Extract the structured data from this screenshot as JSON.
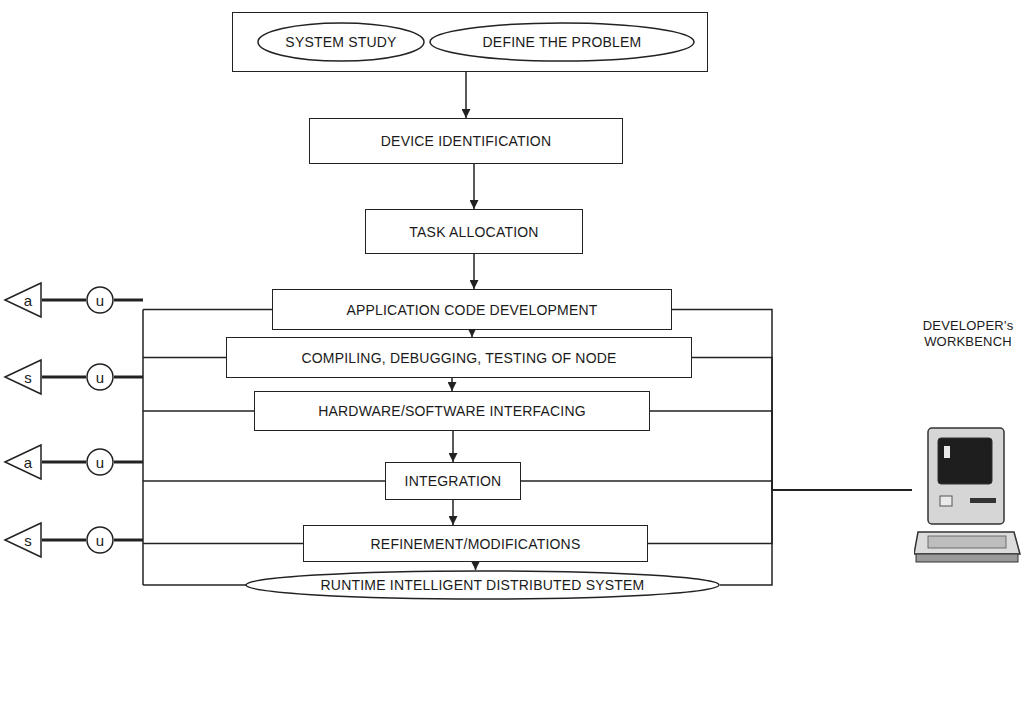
{
  "diagram": {
    "nodes": [
      {
        "text": []
      },
      {
        "text": [
          "SYSTEM STUDY"
        ],
        "in": 0
      },
      {
        "text": [
          "DEFINE THE PROBLEM"
        ],
        "in": 0
      },
      {
        "text": [
          "DEVICE IDENTIFICATION"
        ]
      },
      {
        "text": [
          "TASK ALLOCATION"
        ]
      },
      {
        "text": [
          "APPLICATION CODE DEVELOPMENT"
        ]
      },
      {
        "text": [
          "COMPILING, DEBUGGING, TESTING OF NODE"
        ]
      },
      {
        "text": [
          "HARDWARE/SOFTWARE INTERFACING"
        ]
      },
      {
        "text": [
          "INTEGRATION"
        ]
      },
      {
        "text": [
          "REFINEMENT/MODIFICATIONS"
        ]
      },
      {
        "text": [
          "RUNTIME INTELLIGENT DISTRIBUTED SYSTEM"
        ]
      },
      {
        "text": [
          "a"
        ]
      },
      {
        "text": [
          "u"
        ]
      },
      {
        "text": [
          "s"
        ]
      },
      {
        "text": [
          "u"
        ]
      },
      {
        "text": [
          "a"
        ]
      },
      {
        "text": [
          "u"
        ]
      },
      {
        "text": [
          "s"
        ]
      },
      {
        "text": [
          "u"
        ]
      },
      {
        "text": [
          "DEVELOPER's WORKBENCH"
        ]
      }
    ],
    "edges": [
      {
        "from": 0,
        "to": 3,
        "arrow": "to"
      },
      {
        "from": 3,
        "to": 4,
        "arrow": "to"
      },
      {
        "from": 4,
        "to": 5,
        "arrow": "to"
      },
      {
        "from": 5,
        "to": 6,
        "arrow": "to"
      },
      {
        "from": 6,
        "to": 7,
        "arrow": "to"
      },
      {
        "from": 7,
        "to": 8,
        "arrow": "to"
      },
      {
        "from": 8,
        "to": 9,
        "arrow": "to"
      },
      {
        "from": 9,
        "to": 10,
        "arrow": "to"
      },
      {
        "from": 11,
        "to": 12,
        "arrow": "none"
      },
      {
        "from": 13,
        "to": 14,
        "arrow": "none"
      },
      {
        "from": 15,
        "to": 16,
        "arrow": "none"
      },
      {
        "from": 17,
        "to": 18,
        "arrow": "none"
      },
      {
        "from": 5,
        "to": 19,
        "arrow": "none"
      },
      {
        "from": 6,
        "to": 19,
        "arrow": "none"
      },
      {
        "from": 7,
        "to": 19,
        "arrow": "none"
      },
      {
        "from": 8,
        "to": 19,
        "arrow": "none"
      },
      {
        "from": 9,
        "to": 19,
        "arrow": "none"
      },
      {
        "from": 10,
        "to": 19,
        "arrow": "none"
      }
    ]
  }
}
